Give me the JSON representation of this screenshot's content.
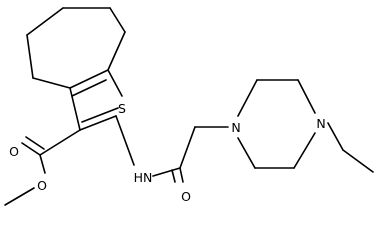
{
  "diagram": {
    "type": "chemical-structure",
    "line_color": "#000000",
    "background": "#ffffff",
    "atom_labels": {
      "sulfur": "S",
      "ester_carbonyl_oxygen": "O",
      "ester_ether_oxygen": "O",
      "amide_nitrogen": "HN",
      "amide_oxygen": "O",
      "piperazine_nitrogen_1": "N",
      "piperazine_nitrogen_4": "N"
    }
  }
}
